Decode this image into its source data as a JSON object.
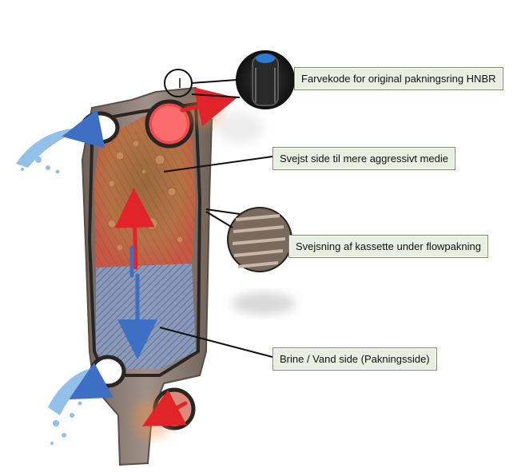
{
  "callouts": {
    "color_code": "Farvekode for original pakningsring HNBR",
    "welded_side": "Svejst side til mere aggressivt medie",
    "cassette_weld": "Svejsning af kassette under flowpakning",
    "brine_side": "Brine / Vand side (Pakningsside)"
  },
  "colors": {
    "hot_medium": "#e0242a",
    "cold_medium": "#3d6fc4",
    "callout_fill": "#e8efe2",
    "plate_metal": "#8e7f73"
  },
  "icons": {
    "flow_arrows": "arrow-icon",
    "water_splash": "water-splash-icon"
  }
}
